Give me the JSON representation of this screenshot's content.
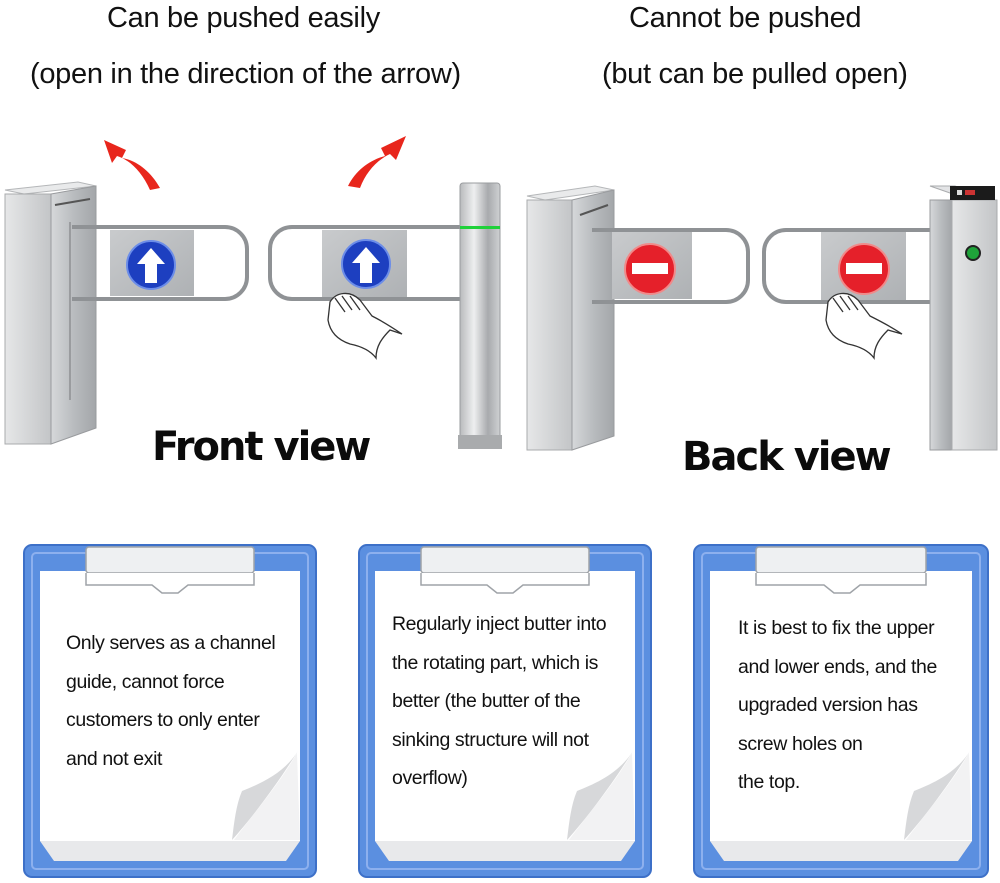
{
  "captions": {
    "left_line1": "Can be pushed easily",
    "left_line2": "(open in the direction of the arrow)",
    "right_line1": "Cannot be pushed",
    "right_line2": "(but can be pulled open)"
  },
  "views": {
    "front": {
      "title": "Front view",
      "gate_icon": "blue-up-arrow-sign",
      "motion_icon": "red-curved-arrow"
    },
    "back": {
      "title": "Back view",
      "gate_icon": "red-no-entry-sign"
    }
  },
  "notes": [
    {
      "lines": [
        "Only serves as a channel",
        "guide, cannot force",
        "customers to only enter",
        "and not exit"
      ]
    },
    {
      "lines": [
        "Regularly inject butter into",
        "the rotating part, which is",
        "better (the butter of the",
        "sinking structure will not",
        "overflow)"
      ]
    },
    {
      "lines": [
        "It is best to fix the upper",
        "and lower ends, and the",
        "upgraded version has",
        "screw holes on",
        "the top."
      ]
    }
  ],
  "colors": {
    "clipboard_blue": "#5b8fe0",
    "arrow_red": "#e8261c",
    "sign_blue": "#1d3fc0",
    "sign_red": "#e5202a",
    "indicator_green": "#1fa33a"
  }
}
